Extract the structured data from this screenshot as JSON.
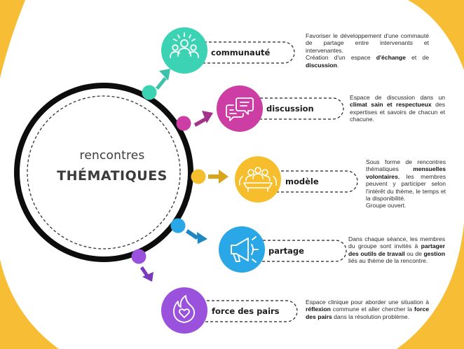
{
  "center": {
    "line1": "rencontres",
    "line2": "THÉMATIQUES"
  },
  "colors": {
    "teal": "#3cd3b5",
    "magenta": "#cc3ea4",
    "yellow": "#f6be2c",
    "blue": "#2aa7e6",
    "purple": "#9a52dd",
    "corner": "#f7be35"
  },
  "items": [
    {
      "label": "communauté",
      "icon": "community-icon",
      "desc": [
        [
          "Favoriser le développement d'une commauté de partage entre intervenants et intervenantes.",
          ""
        ],
        [
          "Création d'un espace ",
          ""
        ],
        [
          "d'échange",
          "b"
        ],
        [
          " et de ",
          ""
        ],
        [
          "discussion",
          "b"
        ],
        [
          ".",
          ""
        ]
      ]
    },
    {
      "label": "discussion",
      "icon": "chat-bubbles-icon",
      "desc": [
        [
          "Espace de discussion dans un ",
          ""
        ],
        [
          "climat sain et respectueux",
          "b"
        ],
        [
          " des expertises et savoirs de chacun et chacune.",
          ""
        ]
      ]
    },
    {
      "label": "modèle",
      "icon": "meeting-table-icon",
      "desc": [
        [
          "Sous forme de rencontres thématiques ",
          ""
        ],
        [
          "mensuelles volontaires",
          "b"
        ],
        [
          ", les membres peuvent y participer selon l'intérêt du thème, le temps et la disponibilité.",
          ""
        ],
        [
          "Groupe ouvert.",
          ""
        ]
      ]
    },
    {
      "label": "partage",
      "icon": "megaphone-icon",
      "desc": [
        [
          "Dans chaque séance, les membres du groupe sont invités à ",
          ""
        ],
        [
          "partager des outils de travail",
          "b"
        ],
        [
          " ou de ",
          ""
        ],
        [
          "gestion",
          "b"
        ],
        [
          " liés au thème de la rencontre.",
          ""
        ]
      ]
    },
    {
      "label": "force des pairs",
      "icon": "heart-flame-icon",
      "desc": [
        [
          "Espace clinique pour aborder une situation à ",
          ""
        ],
        [
          "réflexion",
          "b"
        ],
        [
          " commune et aller chercher la ",
          ""
        ],
        [
          "force des pairs",
          "b"
        ],
        [
          " dans la résolution problème.",
          ""
        ]
      ]
    }
  ]
}
